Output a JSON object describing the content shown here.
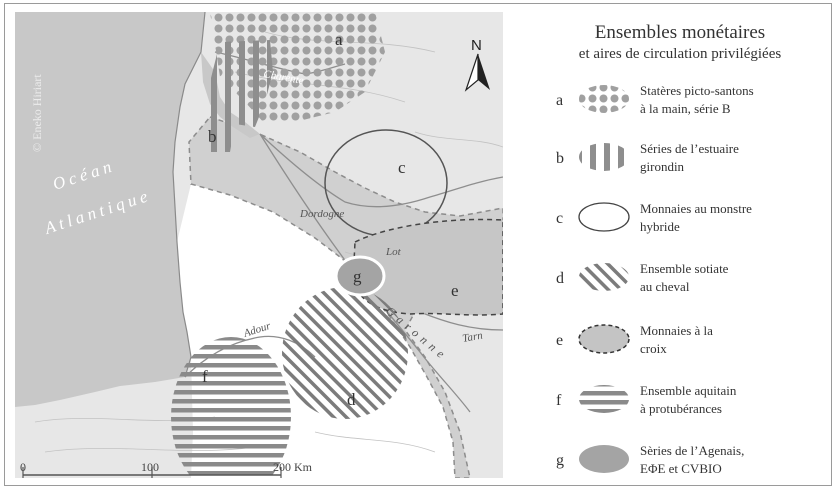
{
  "map": {
    "watermark": "© Eneko Hiriart",
    "north_label": "N",
    "sea_label_1": "Océan",
    "sea_label_2": "Atlantique",
    "rivers": {
      "charente": "Charente",
      "dordogne": "Dordogne",
      "lot": "Lot",
      "garonne": "Garonne",
      "adour": "Adour",
      "tarn": "Tarn"
    },
    "areas": [
      {
        "letter": "a"
      },
      {
        "letter": "b"
      },
      {
        "letter": "c"
      },
      {
        "letter": "d"
      },
      {
        "letter": "e"
      },
      {
        "letter": "f"
      },
      {
        "letter": "g"
      }
    ],
    "scale": {
      "ticks": [
        "0",
        "100",
        "200 Km"
      ]
    }
  },
  "legend": {
    "title": "Ensembles monétaires",
    "subtitle": "et aires de circulation privilégiées",
    "items": [
      {
        "letter": "a",
        "line1": "Statères picto-santons",
        "line2": "à la main, série B",
        "pattern": "dots"
      },
      {
        "letter": "b",
        "line1": "Séries de l’estuaire",
        "line2": "girondin",
        "pattern": "vertical"
      },
      {
        "letter": "c",
        "line1": "Monnaies au monstre",
        "line2": "hybride",
        "pattern": "outline"
      },
      {
        "letter": "d",
        "line1": "Ensemble sotiate",
        "line2": "au cheval",
        "pattern": "diagonal"
      },
      {
        "letter": "e",
        "line1": "Monnaies à la",
        "line2": "croix",
        "pattern": "dashed"
      },
      {
        "letter": "f",
        "line1": "Ensemble aquitain",
        "line2": "à protubérances",
        "pattern": "horizontal"
      },
      {
        "letter": "g",
        "line1": "Sèries de l’Agenais,",
        "line2": "ΕΦΕ et CVBIO",
        "pattern": "solid"
      }
    ]
  },
  "colors": {
    "sea": "#c9c9c9",
    "land": "#e8e8e8",
    "corridor": "#cfcfcf",
    "pattern": "#9a9a9a",
    "text": "#333333",
    "water_label": "#ffffff"
  }
}
